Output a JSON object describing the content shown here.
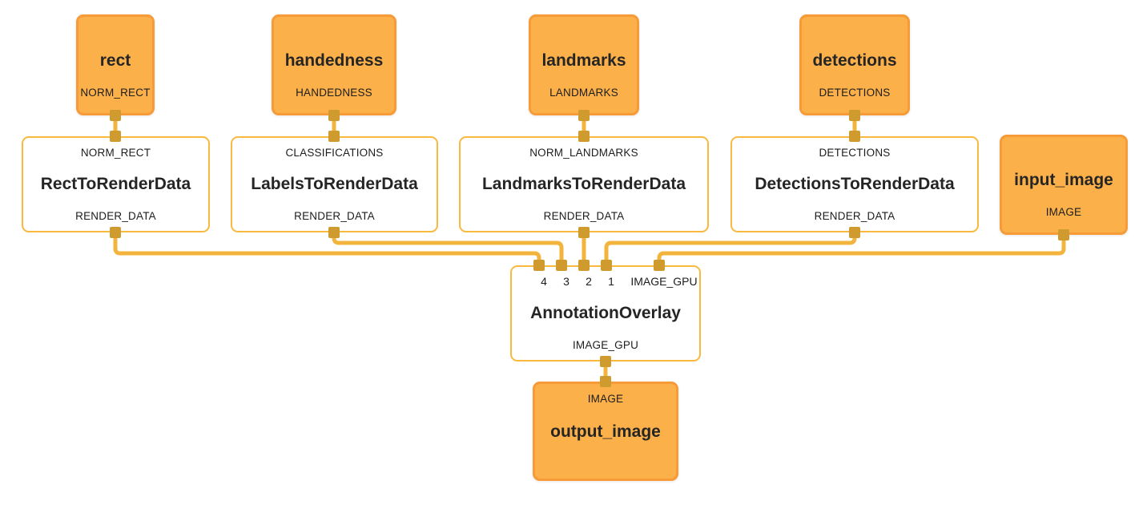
{
  "diagram": {
    "background": "#ffffff",
    "colors": {
      "packet_node_fill": "#FBB049",
      "packet_node_border": "#F79A38",
      "calculator_node_border": "#F9B93F",
      "wire": "#F3B43D",
      "port": "#CF9B2E",
      "text": "#212121"
    },
    "nodes": {
      "rect": {
        "title": "rect",
        "output_label": "NORM_RECT"
      },
      "handedness": {
        "title": "handedness",
        "output_label": "HANDEDNESS"
      },
      "landmarks": {
        "title": "landmarks",
        "output_label": "LANDMARKS"
      },
      "detections": {
        "title": "detections",
        "output_label": "DETECTIONS"
      },
      "rect_to_render_data": {
        "input_label": "NORM_RECT",
        "title": "RectToRenderData",
        "output_label": "RENDER_DATA"
      },
      "labels_to_render_data": {
        "input_label": "CLASSIFICATIONS",
        "title": "LabelsToRenderData",
        "output_label": "RENDER_DATA"
      },
      "landmarks_to_render_data": {
        "input_label": "NORM_LANDMARKS",
        "title": "LandmarksToRenderData",
        "output_label": "RENDER_DATA"
      },
      "detections_to_render_data": {
        "input_label": "DETECTIONS",
        "title": "DetectionsToRenderData",
        "output_label": "RENDER_DATA"
      },
      "input_image": {
        "title": "input_image",
        "output_label": "IMAGE"
      },
      "annotation_overlay": {
        "input_ports": [
          "4",
          "3",
          "2",
          "1",
          "IMAGE_GPU"
        ],
        "title": "AnnotationOverlay",
        "output_label": "IMAGE_GPU"
      },
      "output_image": {
        "input_label": "IMAGE",
        "title": "output_image"
      }
    },
    "edges": [
      {
        "from": "rect:NORM_RECT",
        "to": "RectToRenderData:NORM_RECT"
      },
      {
        "from": "handedness:HANDEDNESS",
        "to": "LabelsToRenderData:CLASSIFICATIONS"
      },
      {
        "from": "landmarks:LANDMARKS",
        "to": "LandmarksToRenderData:NORM_LANDMARKS"
      },
      {
        "from": "detections:DETECTIONS",
        "to": "DetectionsToRenderData:DETECTIONS"
      },
      {
        "from": "RectToRenderData:RENDER_DATA",
        "to": "AnnotationOverlay:4"
      },
      {
        "from": "LabelsToRenderData:RENDER_DATA",
        "to": "AnnotationOverlay:3"
      },
      {
        "from": "LandmarksToRenderData:RENDER_DATA",
        "to": "AnnotationOverlay:2"
      },
      {
        "from": "DetectionsToRenderData:RENDER_DATA",
        "to": "AnnotationOverlay:1"
      },
      {
        "from": "input_image:IMAGE",
        "to": "AnnotationOverlay:IMAGE_GPU"
      },
      {
        "from": "AnnotationOverlay:IMAGE_GPU",
        "to": "output_image:IMAGE"
      }
    ]
  }
}
